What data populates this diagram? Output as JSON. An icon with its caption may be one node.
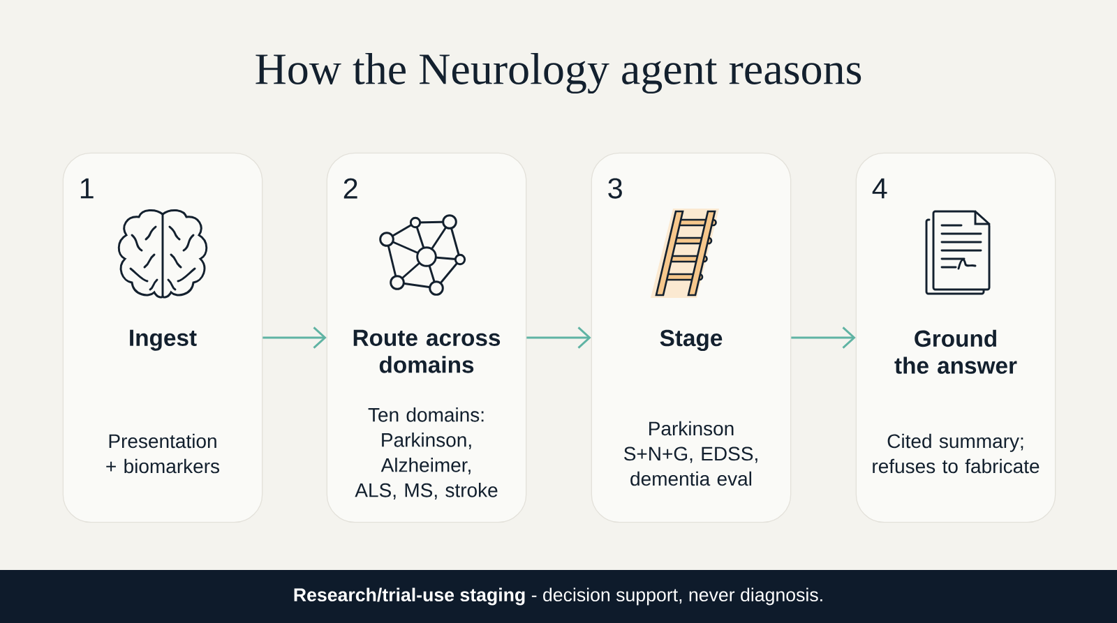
{
  "diagram": {
    "title": "How the Neurology agent reasons",
    "nodes": [
      {
        "text": [
          "1",
          "Ingest",
          "Presentation + biomarkers"
        ]
      },
      {
        "text": [
          "2",
          "Route across domains",
          "Ten domains: Parkinson, Alzheimer, ALS, MS, stroke"
        ]
      },
      {
        "text": [
          "3",
          "Stage",
          "Parkinson S+N+G, EDSS, dementia eval"
        ]
      },
      {
        "text": [
          "4",
          "Ground the answer",
          "Cited summary; refuses to fabricate"
        ]
      },
      {
        "text": [
          "**Research/trial-use staging** - decision support, never diagnosis."
        ]
      }
    ],
    "edges": [
      {
        "from": 0,
        "to": 1,
        "arrow": "to"
      },
      {
        "from": 1,
        "to": 2,
        "arrow": "to"
      },
      {
        "from": 2,
        "to": 3,
        "arrow": "to"
      }
    ]
  }
}
